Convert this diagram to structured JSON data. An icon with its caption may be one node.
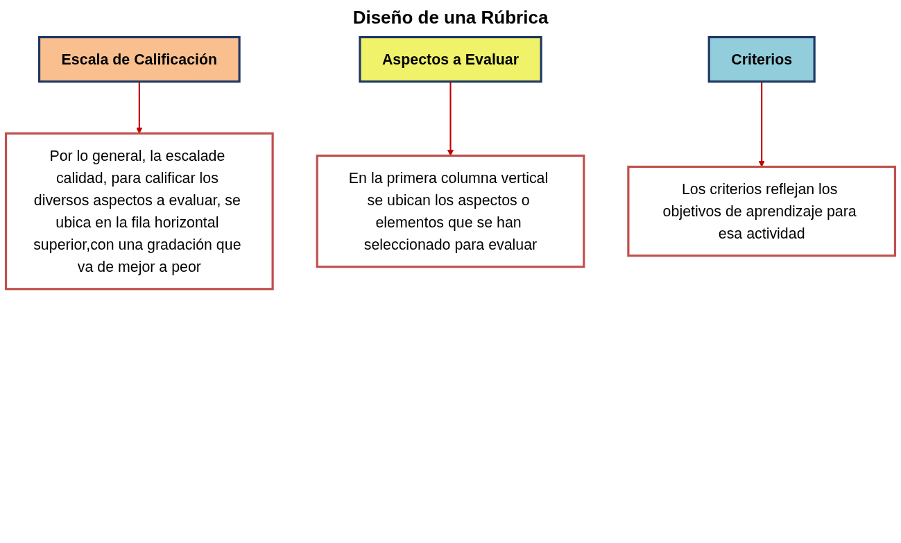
{
  "diagram": {
    "title": "Diseño de una Rúbrica",
    "nodes": [
      {
        "text": [
          "Por lo general, la escalade calidad, para calificar los diversos aspectos a evaluar, se ubica en la fila horizontal superior,con una gradación que va de mejor a peor"
        ]
      },
      {
        "text": [
          "Escala de Calificación"
        ]
      },
      {
        "text": [
          "Aspectos a Evaluar"
        ]
      },
      {
        "text": [
          "Criterios"
        ]
      },
      {
        "text": [
          "En la primera columna vertical se ubican los aspectos o elementos que se han seleccionado para evaluar"
        ]
      },
      {
        "text": [
          "Los criterios reflejan los objetivos de aprendizaje para esa actividad"
        ]
      }
    ],
    "edges": [
      {
        "from": 1,
        "to": 0,
        "arrow": "to"
      },
      {
        "from": 2,
        "to": 4,
        "arrow": "to"
      },
      {
        "from": 3,
        "to": 5,
        "arrow": "to"
      }
    ]
  }
}
